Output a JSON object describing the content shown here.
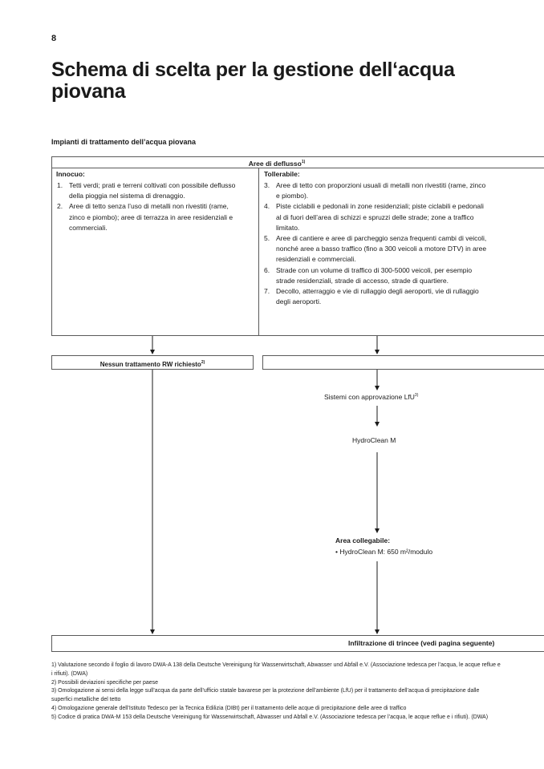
{
  "page_number": "8",
  "title": "Schema di scelta per la gestione dell‘acqua piovana",
  "section_heading": "Impianti di trattamento dell’acqua piovana",
  "areas": {
    "header": "Aree di deflusso",
    "header_note": "1)",
    "innocuo": {
      "title": "Innocuo:",
      "items": [
        {
          "num": "1.",
          "text": "Tetti verdi; prati e terreni coltivati con possibile deflusso della pioggia nel sistema di drenaggio."
        },
        {
          "num": "2.",
          "text": "Aree di tetto senza l’uso di metalli non rivestiti (rame, zinco e piombo); aree di terrazza in aree residenziali e commerciali."
        }
      ]
    },
    "tollerabile": {
      "title": "Tollerabile:",
      "items": [
        {
          "num": "3.",
          "text": "Aree di tetto con proporzioni usuali di metalli non rivestiti (rame, zinco e piombo)."
        },
        {
          "num": "4.",
          "text": "Piste ciclabili e pedonali in zone residenziali; piste ciclabili e pedonali al di fuori dell’area di schizzi e spruzzi delle strade; zone a traffico limitato."
        },
        {
          "num": "5.",
          "text": "Aree di cantiere e aree di parcheggio senza frequenti cambi di veicoli, nonché aree a basso traffico (fino a 300 veicoli a motore DTV) in aree residenziali e commerciali."
        },
        {
          "num": "6.",
          "text": "Strade con un volume di traffico di 300-5000 veicoli, per esempio strade residenziali, strade di accesso, strade di quartiere."
        },
        {
          "num": "7.",
          "text": "Decollo, atterraggio e vie di rullaggio degli aeroporti, vie di rullaggio degli aeroporti."
        }
      ]
    }
  },
  "flow": {
    "no_treatment": "Nessun trattamento RW richiesto",
    "no_treatment_note": "2)",
    "lfu_systems": "Sistemi con approvazione LfU",
    "lfu_note": "3)",
    "product": "HydroClean M",
    "connectable_title": "Area collegabile:",
    "connectable_item": "HydroClean M: 650 m²/modulo",
    "infiltration": "Infiltrazione di trincee (vedi pagina seguente)"
  },
  "footnotes": [
    "1) Valutazione secondo il foglio di lavoro DWA-A 138 della Deutsche Vereinigung für Wasserwirtschaft, Abwasser und Abfall e.V. (Associazione tedesca per l’acqua, le acque reflue e i rifiuti). (DWA)",
    "2) Possibili deviazioni specifiche per paese",
    "3) Omologazione ai sensi della legge sull’acqua da parte dell’ufficio statale bavarese per la protezione dell’ambiente (LfU) per il trattamento dell’acqua di precipitazione dalle superfici metalliche del tetto",
    "4) Omologazione generale dell’Istituto Tedesco per la Tecnica Edilizia (DIBt) per il trattamento delle acque di precipitazione delle aree di traffico",
    "5) Codice di pratica DWA-M 153 della Deutsche Vereinigung für Wasserwirtschaft, Abwasser und Abfall e.V. (Associazione tedesca per l’acqua, le acque reflue e i rifiuti). (DWA)"
  ]
}
